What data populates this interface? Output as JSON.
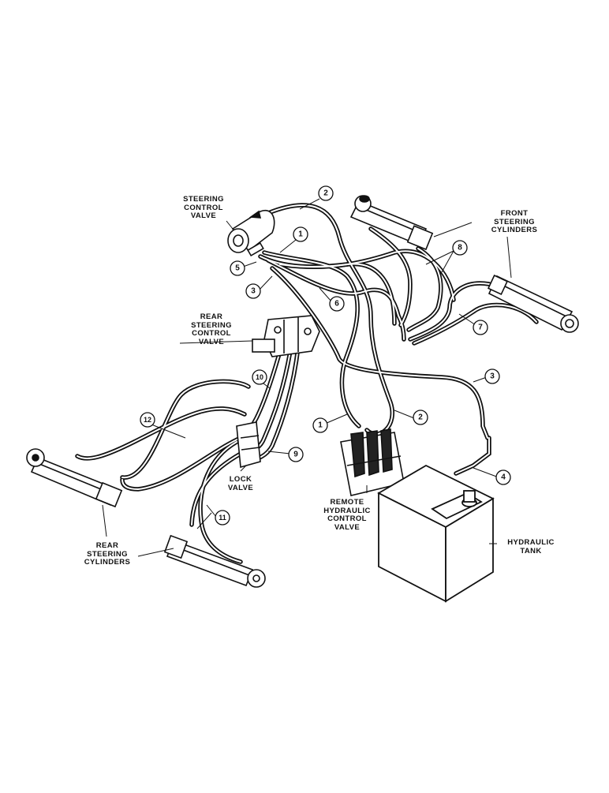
{
  "labels": {
    "steering_control_valve": "STEERING\nCONTROL\nVALVE",
    "front_steering_cylinders": "FRONT\nSTEERING\nCYLINDERS",
    "rear_steering_control_valve": "REAR\nSTEERING\nCONTROL\nVALVE",
    "lock_valve": "LOCK\nVALVE",
    "remote_hydraulic_control_valve": "REMOTE\nHYDRAULIC\nCONTROL\nVALVE",
    "hydraulic_tank": "HYDRAULIC\nTANK",
    "rear_steering_cylinders": "REAR\nSTEERING\nCYLINDERS"
  },
  "callouts": [
    "1",
    "2",
    "3",
    "4",
    "5",
    "6",
    "7",
    "8",
    "9",
    "10",
    "11",
    "12"
  ]
}
